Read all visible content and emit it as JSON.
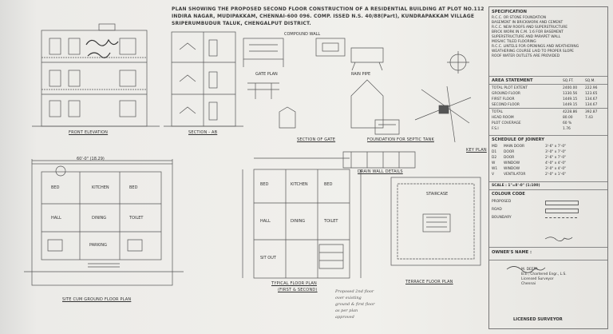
{
  "title_block": {
    "line1": "PLAN SHOWING THE PROPOSED SECOND FLOOR CONSTRUCTION OF A RESIDENTIAL BUILDING AT PLOT NO.112",
    "line2": "INDIRA NAGAR, MUDIPAKKAM, CHENNAI-600 096. COMP. ISSED N.S. 40/88(Part), KUNDRAPAKKAM VILLAGE",
    "line3": "SRIPERUMBUDUR TALUK, CHENGALPUT DISTRICT."
  },
  "drawings": {
    "front_elevation": "FRONT ELEVATION",
    "section": "SECTION - AB",
    "section_gate": "SECTION OF GATE",
    "foundation": "FOUNDATION FOR SEPTIC TANK",
    "key_plan": "KEY PLAN",
    "drain": "DRAIN WALL DETAILS",
    "site_plan": "SITE CUM GROUND FLOOR PLAN",
    "typical_plan": "TYPICAL FLOOR PLAN",
    "typical_sub": "(FIRST & SECOND)",
    "terrace_plan": "TERRACE FLOOR PLAN",
    "scale_dim": "60'-0\" (18.29)",
    "gate_plan": "GATE PLAN",
    "compound_wall": "COMPOUND WALL",
    "rain_pipe": "RAIN PIPE",
    "staircase": "STAIRCASE"
  },
  "room_labels": {
    "bed": "BED",
    "kitchen": "KITCHEN",
    "dining": "DINING",
    "hall": "HALL",
    "toilet": "TOILET",
    "parking": "PARKING",
    "sitout": "SIT OUT"
  },
  "specification": {
    "heading": "SPECIFICATION",
    "items": [
      "R.C.C. OR STONE FOUNDATION",
      "BASEMENT IN BRICKWORK AND CEMENT",
      "R.C.C. NEW ROOFS AND SUPERSTRUCTURE",
      "BRICK WORK IN C.M. 1:6 FOR BASEMENT",
      "SUPERSTRUCTURE AND PARAPET WALL",
      "MOSAIC TILED FLOORING",
      "R.C.C. LINTELS FOR OPENINGS AND WEATHERING",
      "WEATHERING COURSE LAID TO PROPER SLOPE",
      "ROOF WATER OUTLETS ARE PROVIDED"
    ]
  },
  "area_statement": {
    "heading": "AREA STATEMENT",
    "columns": [
      "SQ.FT.",
      "SQ.M."
    ],
    "rows": [
      [
        "TOTAL PLOT EXTENT",
        "2400.00",
        "222.96"
      ],
      [
        "GROUND FLOOR",
        "1330.56",
        "123.65"
      ],
      [
        "FIRST FLOOR",
        "1449.15",
        "134.67"
      ],
      [
        "SECOND FLOOR",
        "1449.15",
        "134.67"
      ],
      [
        "TOTAL",
        "4228.86",
        "392.87"
      ],
      [
        "HEAD ROOM",
        "80.00",
        "7.43"
      ],
      [
        "PLOT COVERAGE",
        "60 %",
        ""
      ],
      [
        "F.S.I",
        "1.76",
        ""
      ]
    ]
  },
  "joinery": {
    "heading": "SCHEDULE OF JOINERY",
    "rows": [
      [
        "MD",
        "MAIN DOOR",
        "3'-6\" x 7'-0\""
      ],
      [
        "D1",
        "DOOR",
        "3'-0\" x 7'-0\""
      ],
      [
        "D2",
        "DOOR",
        "2'-6\" x 7'-0\""
      ],
      [
        "W",
        "WINDOW",
        "4'-0\" x 4'-0\""
      ],
      [
        "W1",
        "WINDOW",
        "3'-0\" x 4'-0\""
      ],
      [
        "V",
        "VENTILATOR",
        "2'-0\" x 1'-6\""
      ]
    ]
  },
  "scale": "SCALE : 1\"=8'-0\" (1:100)",
  "colour_code": {
    "heading": "COLOUR CODE",
    "items": [
      "PROPOSED",
      "ROAD",
      "BOUNDARY"
    ]
  },
  "owners": "OWNER'S NAME :",
  "surveyor": {
    "stamp_lines": [
      "M. DEEPA",
      "B.E., Chartered Engr., L.S.",
      "Licensed Surveyor",
      "Chennai"
    ],
    "label": "LICENSED SURVEYOR"
  },
  "handwritten_note": [
    "Proposed 2nd floor",
    "over existing",
    "ground & first floor",
    "as per plan",
    "approved"
  ]
}
